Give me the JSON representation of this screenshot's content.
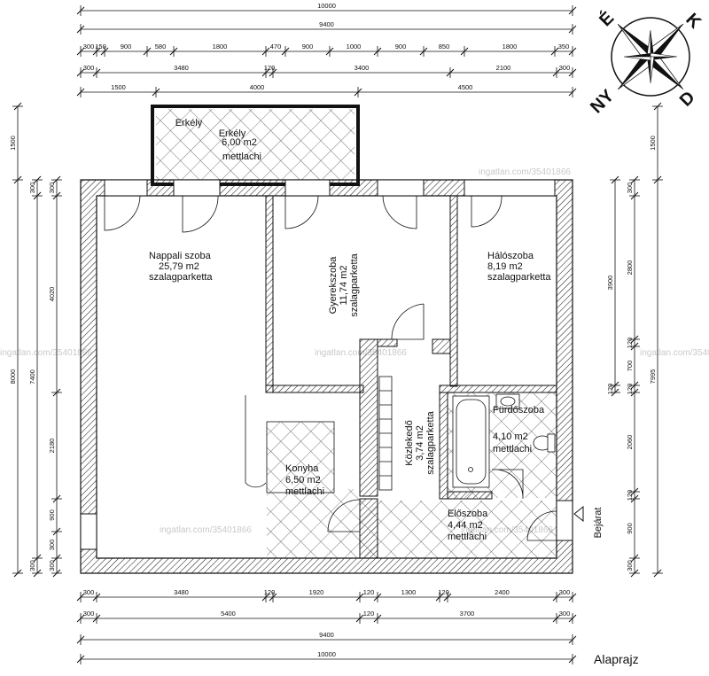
{
  "title": "Alaprajz",
  "compass": {
    "north": "É",
    "east": "K",
    "south": "D",
    "west": "NY"
  },
  "watermark": "ingatlan.com/35401866",
  "entrance": "Bejárat",
  "rooms": {
    "erkely": {
      "name": "Erkély",
      "area": "6,00 m2",
      "floor": "mettlachi"
    },
    "nappali": {
      "name": "Nappali szoba",
      "area": "25,79 m2",
      "floor": "szalagparketta"
    },
    "gyerek": {
      "name": "Gyerekszoba",
      "area": "11,74 m2",
      "floor": "szalagparketta"
    },
    "halo": {
      "name": "Hálószoba",
      "area": "8,19 m2",
      "floor": "szalagparketta"
    },
    "furdo": {
      "name": "Fürdőszoba",
      "area": "4,10 m2",
      "floor": "mettlachi"
    },
    "kozlekedo": {
      "name": "Közlekedő",
      "area": "3,74 m2",
      "floor": "szalagparketta"
    },
    "konyha": {
      "name": "Konyha",
      "area": "6,50 m2",
      "floor": "mettlachi"
    },
    "eloszoba": {
      "name": "Előszoba",
      "area": "4,44 m2",
      "floor": "mettlachi"
    }
  },
  "dimensions": {
    "top1": [
      "10000"
    ],
    "top2": [
      "9400"
    ],
    "top3": [
      "300",
      "150",
      "900",
      "580",
      "1800",
      "470",
      "900",
      "1000",
      "900",
      "850",
      "1800",
      "350"
    ],
    "top4": [
      "300",
      "3480",
      "120",
      "3400",
      "2100",
      "300"
    ],
    "top5": [
      "1500",
      "4000",
      "4500"
    ],
    "bottom1": [
      "300",
      "3480",
      "120",
      "1920",
      "120",
      "1300",
      "120",
      "2400",
      "300"
    ],
    "bottom2": [
      "300",
      "5400",
      "120",
      "3700",
      "300"
    ],
    "bottom3": [
      "9400"
    ],
    "bottom4": [
      "10000"
    ],
    "left1": [
      "1500",
      "8000"
    ],
    "left2": [
      "300",
      "7400",
      "300"
    ],
    "left3": [
      "300",
      "4020",
      "2180",
      "900",
      "300",
      "300"
    ],
    "right1": [
      "1500",
      "7995"
    ],
    "right2": [
      "300",
      "2800",
      "120",
      "700",
      "120",
      "2060",
      "120",
      "900",
      "300"
    ],
    "right3": [
      "3900",
      "120"
    ]
  }
}
